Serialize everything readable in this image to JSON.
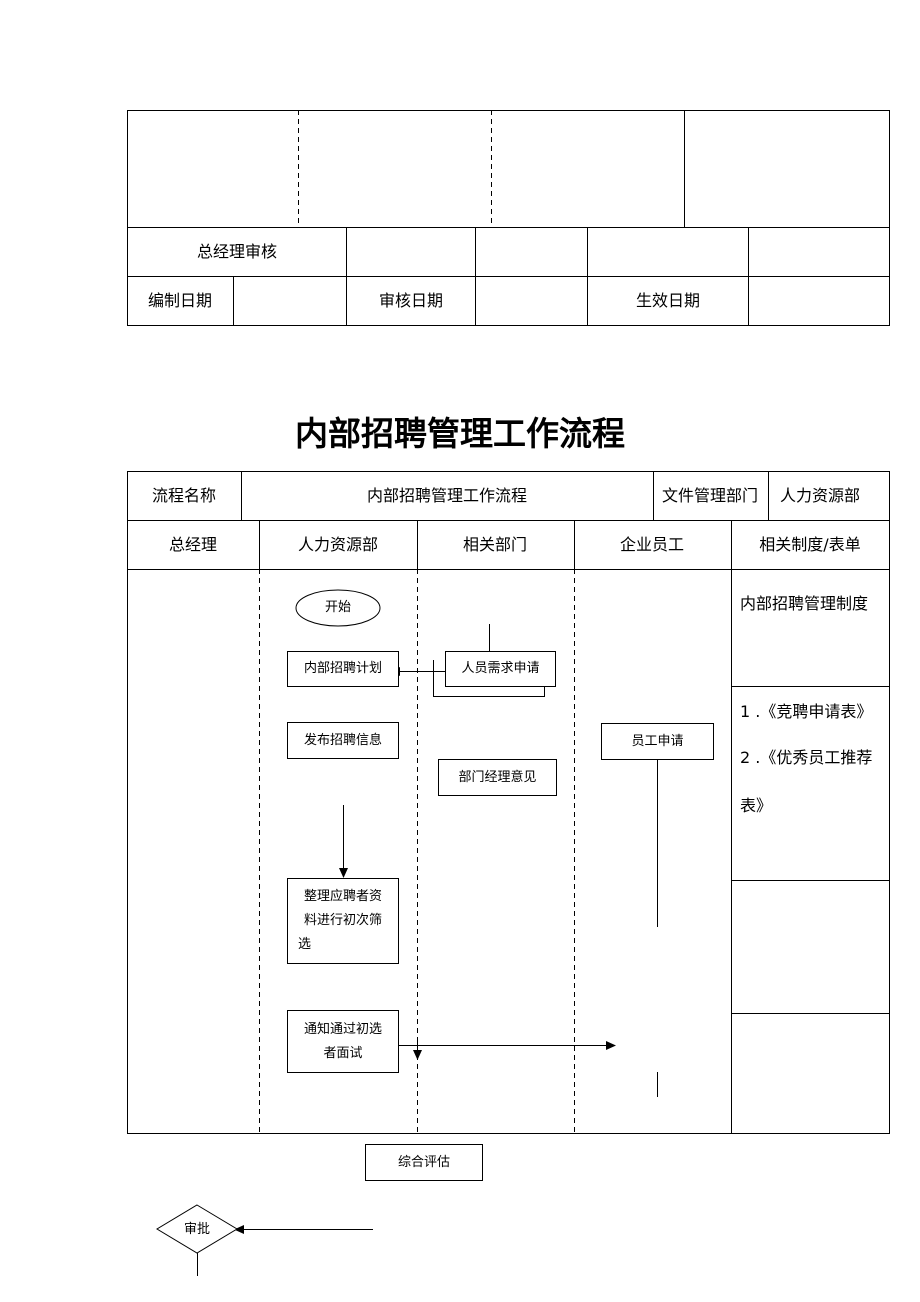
{
  "top_table": {
    "row1": {
      "label": "总经理审核"
    },
    "row2": {
      "c1": "编制日期",
      "c2": "审核日期",
      "c3": "生效日期"
    }
  },
  "title": "内部招聘管理工作流程",
  "info": {
    "name_label": "流程名称",
    "name_value": "内部招聘管理工作流程",
    "dept_label": "文件管理部门",
    "dept_value": "人力资源部"
  },
  "columns": [
    "总经理",
    "人力资源部",
    "相关部门",
    "企业员工",
    "相关制度/表单"
  ],
  "nodes": {
    "start": "开始",
    "plan": "内部招聘计划",
    "request": "人员需求申请",
    "publish": "发布招聘信息",
    "apply": "员工申请",
    "opinion": "部门经理意见",
    "screen": [
      "整理应聘者资",
      "料进行初次筛",
      "选"
    ],
    "notify": [
      "通知通过初选",
      "者面试"
    ],
    "evaluate": "综合评估",
    "approve": "审批"
  },
  "forms": {
    "f1": "内部招聘管理制度",
    "f2": "1 .《竞聘申请表》",
    "f3": "2 .《优秀员工推荐表》"
  }
}
